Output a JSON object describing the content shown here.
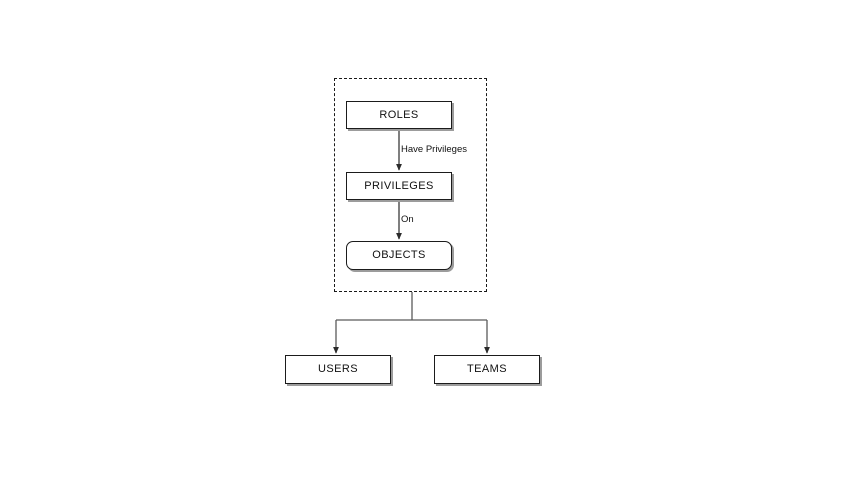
{
  "diagram": {
    "type": "flowchart",
    "title": "",
    "group": {
      "name": "privilege-group",
      "border_style": "dashed",
      "border_color": "#1a1a1a"
    },
    "nodes": [
      {
        "id": "roles",
        "label": "ROLES",
        "shape": "rect",
        "group": "privilege-group"
      },
      {
        "id": "privileges",
        "label": "PRIVILEGES",
        "shape": "rect",
        "group": "privilege-group"
      },
      {
        "id": "objects",
        "label": "OBJECTS",
        "shape": "rounded-rect",
        "group": "privilege-group"
      },
      {
        "id": "users",
        "label": "USERS",
        "shape": "rect",
        "group": ""
      },
      {
        "id": "teams",
        "label": "TEAMS",
        "shape": "rect",
        "group": ""
      }
    ],
    "edges": [
      {
        "from": "roles",
        "to": "privileges",
        "label": "Have Privileges",
        "arrow": true
      },
      {
        "from": "privileges",
        "to": "objects",
        "label": "On",
        "arrow": true
      },
      {
        "from": "privilege-group",
        "to": "users",
        "label": "",
        "arrow": true
      },
      {
        "from": "privilege-group",
        "to": "teams",
        "label": "",
        "arrow": true
      }
    ],
    "colors": {
      "node_border": "#1b1b1b",
      "node_fill": "#ffffff",
      "node_shadow": "#9c9c9c",
      "connector": "#3a3a3a",
      "text": "#111111",
      "background": "#ffffff"
    }
  }
}
